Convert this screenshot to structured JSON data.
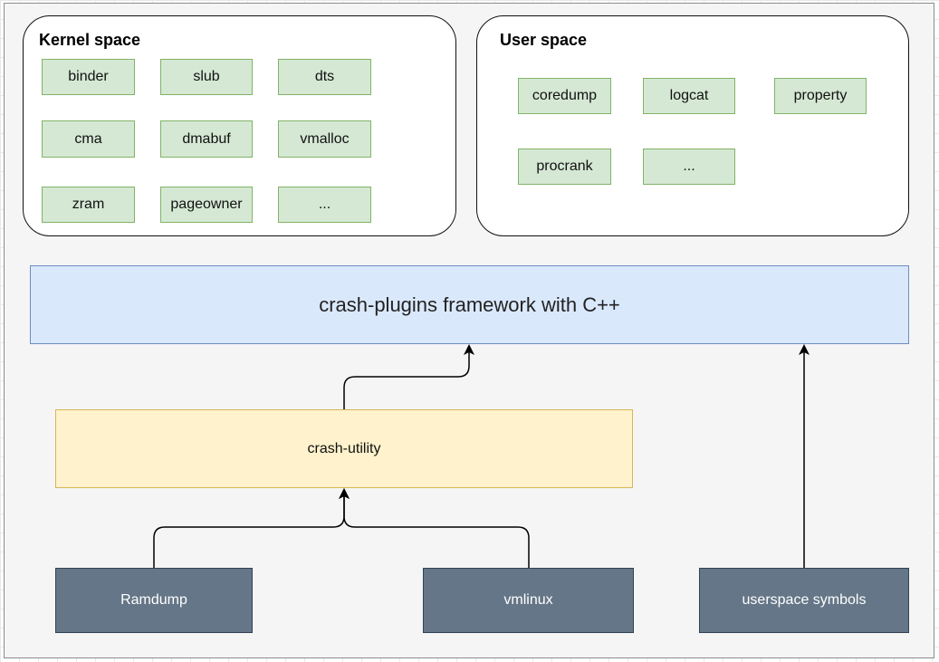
{
  "kernel_space": {
    "title": "Kernel space",
    "items": [
      "binder",
      "slub",
      "dts",
      "cma",
      "dmabuf",
      "vmalloc",
      "zram",
      "pageowner",
      "..."
    ]
  },
  "user_space": {
    "title": "User space",
    "items": [
      "coredump",
      "logcat",
      "property",
      "procrank",
      "..."
    ]
  },
  "framework": {
    "label": "crash-plugins framework with C++"
  },
  "crash_utility": {
    "label": "crash-utility"
  },
  "sources": {
    "ramdump": "Ramdump",
    "vmlinux": "vmlinux",
    "userspace_symbols": "userspace symbols"
  },
  "edges": [
    {
      "from": "ramdump",
      "to": "crash-utility"
    },
    {
      "from": "vmlinux",
      "to": "crash-utility"
    },
    {
      "from": "crash-utility",
      "to": "framework"
    },
    {
      "from": "userspace-symbols",
      "to": "framework"
    }
  ],
  "colors": {
    "item_fill": "#d5e8d4",
    "item_border": "#82b366",
    "framework_fill": "#dae8fc",
    "framework_border": "#6c8ebf",
    "utility_fill": "#fff2cc",
    "utility_border": "#d6b656",
    "source_fill": "#647687",
    "source_text": "#ffffff"
  }
}
